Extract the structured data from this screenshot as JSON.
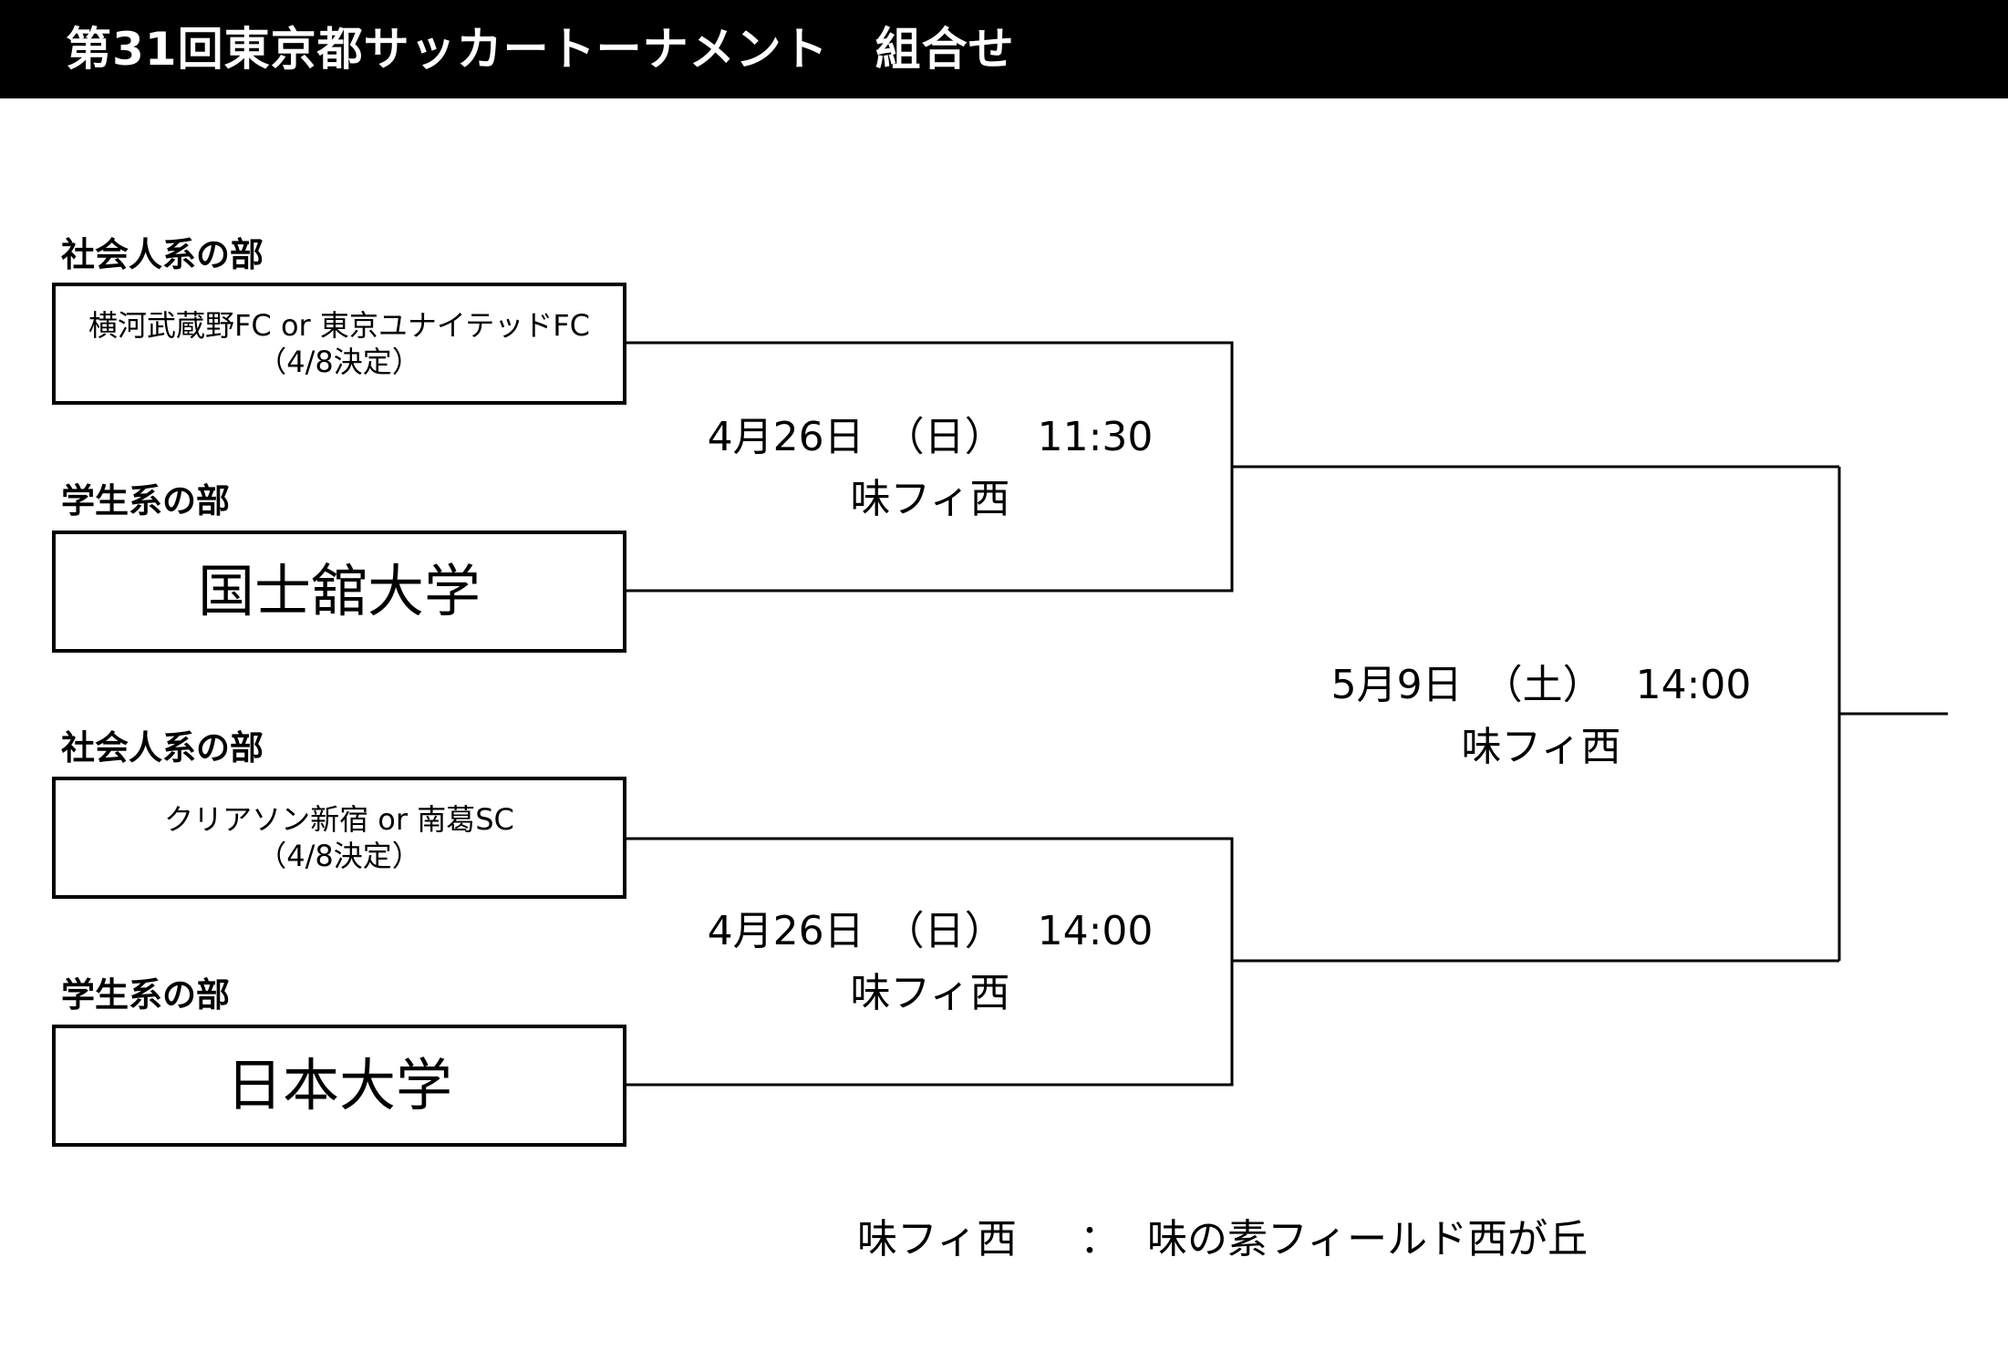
{
  "title": "第31回東京都サッカートーナメント　組合せ",
  "slots": [
    {
      "division": "社会人系の部",
      "name": "横河武蔵野FC or 東京ユナイテッドFC",
      "note": "（4/8決定）"
    },
    {
      "division": "学生系の部",
      "name": "国士舘大学",
      "note": ""
    },
    {
      "division": "社会人系の部",
      "name": "クリアソン新宿 or 南葛SC",
      "note": "（4/8決定）"
    },
    {
      "division": "学生系の部",
      "name": "日本大学",
      "note": ""
    }
  ],
  "matches": [
    {
      "datetime": "4月26日　（日）　 11:30",
      "venue": "味フィ西"
    },
    {
      "datetime": "4月26日　（日）　 14:00",
      "venue": "味フィ西"
    },
    {
      "datetime": "5月9日　（土）　 14:00",
      "venue": "味フィ西"
    }
  ],
  "legend": {
    "abbr": "味フィ西",
    "separator": "：",
    "full": "味の素フィールド西が丘"
  }
}
